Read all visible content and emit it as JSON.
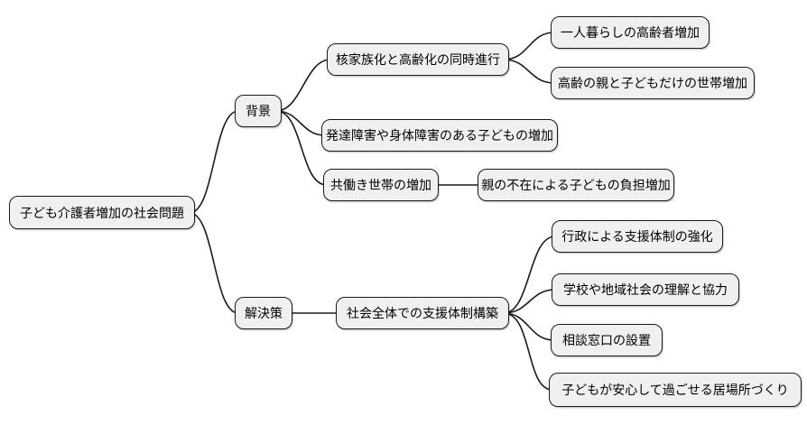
{
  "diagram": {
    "type": "mindmap",
    "direction": "left-to-right"
  },
  "colors": {
    "background": "#ffffff",
    "node_fill": "#f0f0f0",
    "node_border": "#1a1a1a",
    "edge": "#1a1a1a",
    "text": "#000000"
  },
  "nodes": {
    "root": {
      "label": "子ども介護者増加の社会問題",
      "level": 0
    },
    "background": {
      "label": "背景",
      "level": 1
    },
    "nuclear_aging": {
      "label": "核家族化と高齢化の同時進行",
      "level": 2
    },
    "elderly_alone": {
      "label": "一人暮らしの高齢者増加",
      "level": 3
    },
    "elderly_child_households": {
      "label": "高齢の親と子どもだけの世帯増加",
      "level": 3
    },
    "disabled_children": {
      "label": "発達障害や身体障害のある子どもの増加",
      "level": 2
    },
    "dual_income": {
      "label": "共働き世帯の増加",
      "level": 2
    },
    "parent_absence": {
      "label": "親の不在による子どもの負担増加",
      "level": 3
    },
    "solution": {
      "label": "解決策",
      "level": 1
    },
    "support_system": {
      "label": "社会全体での支援体制構築",
      "level": 2
    },
    "gov_support": {
      "label": "行政による支援体制の強化",
      "level": 3
    },
    "school_community": {
      "label": "学校や地域社会の理解と協力",
      "level": 3
    },
    "consultation_desk": {
      "label": "相談窓口の設置",
      "level": 3
    },
    "safe_place": {
      "label": "子どもが安心して過ごせる居場所づくり",
      "level": 3
    }
  },
  "edges": [
    {
      "from": "root",
      "to": "background"
    },
    {
      "from": "root",
      "to": "solution"
    },
    {
      "from": "background",
      "to": "nuclear_aging"
    },
    {
      "from": "background",
      "to": "disabled_children"
    },
    {
      "from": "background",
      "to": "dual_income"
    },
    {
      "from": "nuclear_aging",
      "to": "elderly_alone"
    },
    {
      "from": "nuclear_aging",
      "to": "elderly_child_households"
    },
    {
      "from": "dual_income",
      "to": "parent_absence"
    },
    {
      "from": "solution",
      "to": "support_system"
    },
    {
      "from": "support_system",
      "to": "gov_support"
    },
    {
      "from": "support_system",
      "to": "school_community"
    },
    {
      "from": "support_system",
      "to": "consultation_desk"
    },
    {
      "from": "support_system",
      "to": "safe_place"
    }
  ]
}
